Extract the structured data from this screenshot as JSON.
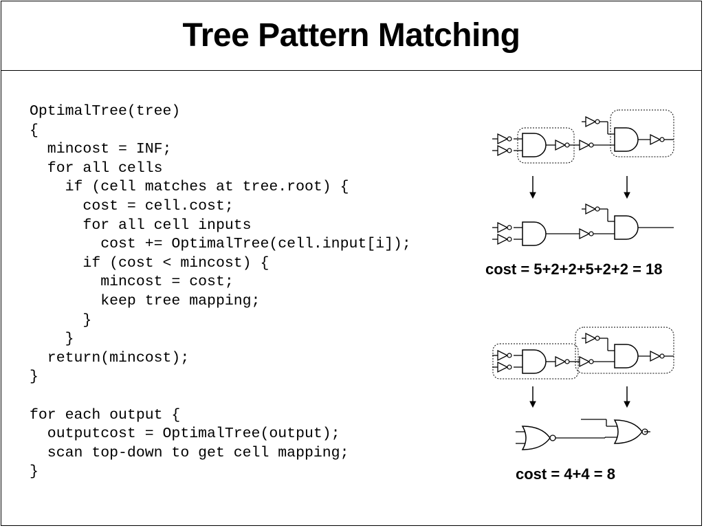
{
  "slide": {
    "title": "Tree Pattern Matching"
  },
  "code": {
    "lines": [
      "OptimalTree(tree)",
      "{",
      "  mincost = INF;",
      "  for all cells",
      "    if (cell matches at tree.root) {",
      "      cost = cell.cost;",
      "      for all cell inputs",
      "        cost += OptimalTree(cell.input[i]);",
      "      if (cost < mincost) {",
      "        mincost = cost;",
      "        keep tree mapping;",
      "      }",
      "    }",
      "  return(mincost);",
      "}",
      "",
      "for each output {",
      "  outputcost = OptimalTree(output);",
      "  scan top-down to get cell mapping;",
      "}"
    ]
  },
  "examples": {
    "top_cost": "cost = 5+2+2+5+2+2 = 18",
    "bottom_cost": "cost = 4+4 = 8"
  }
}
